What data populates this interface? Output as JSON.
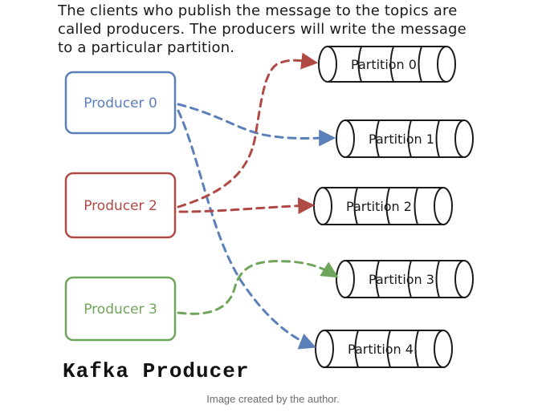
{
  "intro": {
    "line1": "The clients who publish the message to the topics are",
    "line2": "called producers. The producers will write the message",
    "line3": "to a particular partition."
  },
  "producers": [
    {
      "label": "Producer 0",
      "color": "#5b7fb8"
    },
    {
      "label": "Producer 2",
      "color": "#b04a45"
    },
    {
      "label": "Producer 3",
      "color": "#6fa55a"
    }
  ],
  "partitions": [
    {
      "label": "Partition 0"
    },
    {
      "label": "Partition 1"
    },
    {
      "label": "Partition 2"
    },
    {
      "label": "Partition 3"
    },
    {
      "label": "Partition 4"
    }
  ],
  "title": "Kafka Producer",
  "caption": "Image created by the author.",
  "colors": {
    "ink": "#1a1a1a",
    "blue": "#5b7fb8",
    "red": "#b04a45",
    "green": "#6fa55a"
  }
}
